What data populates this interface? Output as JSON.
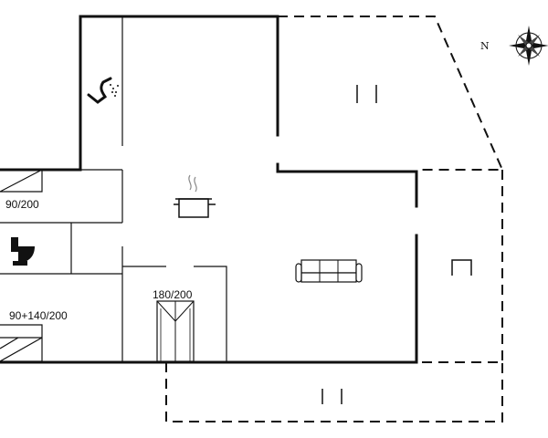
{
  "labels": {
    "bed_top": "90/200",
    "bed_bottom": "90+140/200",
    "bed_center": "180/200"
  },
  "compass": {
    "north_label": "N"
  },
  "icons": [
    "shower-icon",
    "cooking-pot-icon",
    "toilet-icon",
    "sofa-icon",
    "window-icon",
    "door-icon"
  ],
  "colors": {
    "wall": "#111111",
    "background": "#ffffff"
  }
}
